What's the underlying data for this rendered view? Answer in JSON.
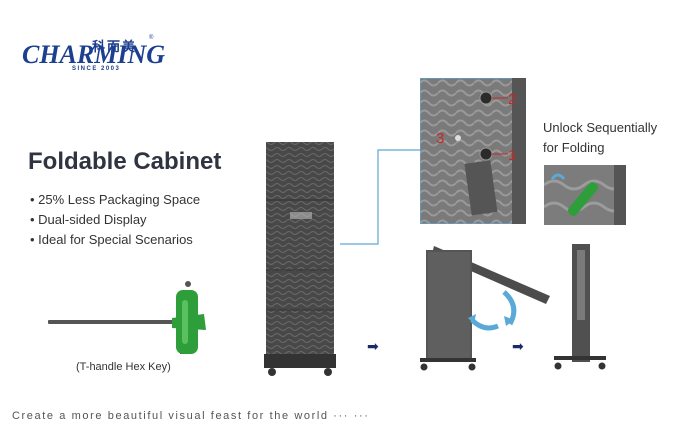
{
  "brand": {
    "cn": "科而美",
    "reg": "®",
    "en": "CHARMING",
    "since": "SINCE 2003"
  },
  "title": "Foldable Cabinet",
  "bullets": [
    "• 25% Less Packaging Space",
    "• Dual-sided Display",
    "• Ideal for Special Scenarios"
  ],
  "hex_key_caption": "(T-handle Hex Key)",
  "unlock_text": [
    "Unlock Sequentially",
    "for Folding"
  ],
  "callout_numbers": [
    "2",
    "3",
    "1"
  ],
  "tagline": "Create a more beautiful visual feast for the world ··· ···",
  "arrows": [
    "➡",
    "➡"
  ],
  "colors": {
    "brand": "#1d3f8f",
    "callout": "#c62828",
    "panel": "#4a4a4a",
    "key_handle": "#2e9e3a",
    "connector": "#5aa9d6",
    "arrow": "#1a2a6c"
  }
}
